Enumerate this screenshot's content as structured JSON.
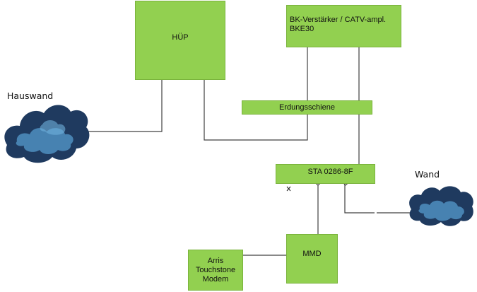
{
  "labels": {
    "hauswand": "Hauswand",
    "wand": "Wand"
  },
  "boxes": {
    "huep": "HÜP",
    "bk_line1": "BK-Verstärker / CATV-ampl.",
    "bk_line2": "BKE30",
    "erdung": "Erdungsschiene",
    "sta": "STA 0286-8F",
    "mmd": "MMD",
    "arris_line1": "Arris",
    "arris_line2": "Touchstone",
    "arris_line3": "Modem"
  },
  "colors": {
    "box_fill": "#92d050",
    "box_border": "#7ab33c",
    "wire": "#404040",
    "cloud_dark": "#1f3a5f",
    "cloud_light": "#4f8fc0"
  }
}
